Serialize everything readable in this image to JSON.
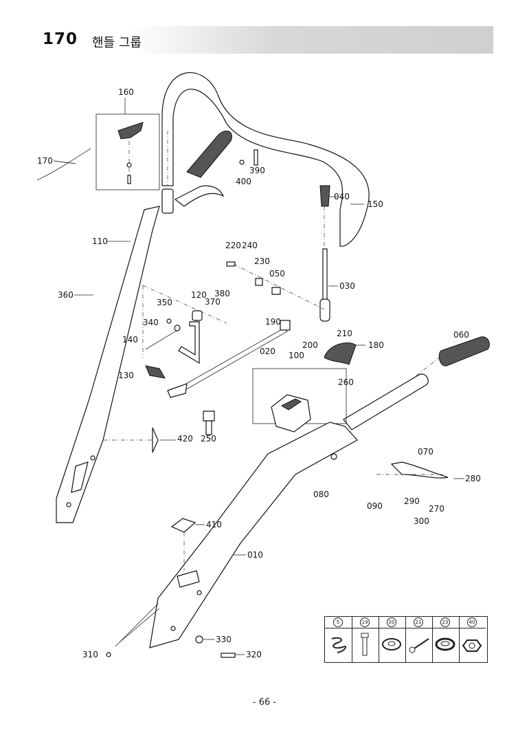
{
  "header": {
    "section_number": "170",
    "title": "핸들 그룹"
  },
  "labels": {
    "p160": "160",
    "p170": "170",
    "p390": "390",
    "p400": "400",
    "p040": "040",
    "p150": "150",
    "p110": "110",
    "p220": "220",
    "p240": "240",
    "p230": "230",
    "p050": "050",
    "p030": "030",
    "p360": "360",
    "p120": "120",
    "p380": "380",
    "p350": "350",
    "p370": "370",
    "p190": "190",
    "p340": "340",
    "p210": "210",
    "p140": "140",
    "p200": "200",
    "p180": "180",
    "p020": "020",
    "p100": "100",
    "p060": "060",
    "p130": "130",
    "p260": "260",
    "p420": "420",
    "p250": "250",
    "p070": "070",
    "p280": "280",
    "p080": "080",
    "p090": "090",
    "p290": "290",
    "p270": "270",
    "p300": "300",
    "p410": "410",
    "p010": "010",
    "p330": "330",
    "p310": "310",
    "p320": "320"
  },
  "legend": [
    "5",
    "19",
    "20",
    "21",
    "23",
    "40"
  ],
  "page_number": "- 66 -"
}
